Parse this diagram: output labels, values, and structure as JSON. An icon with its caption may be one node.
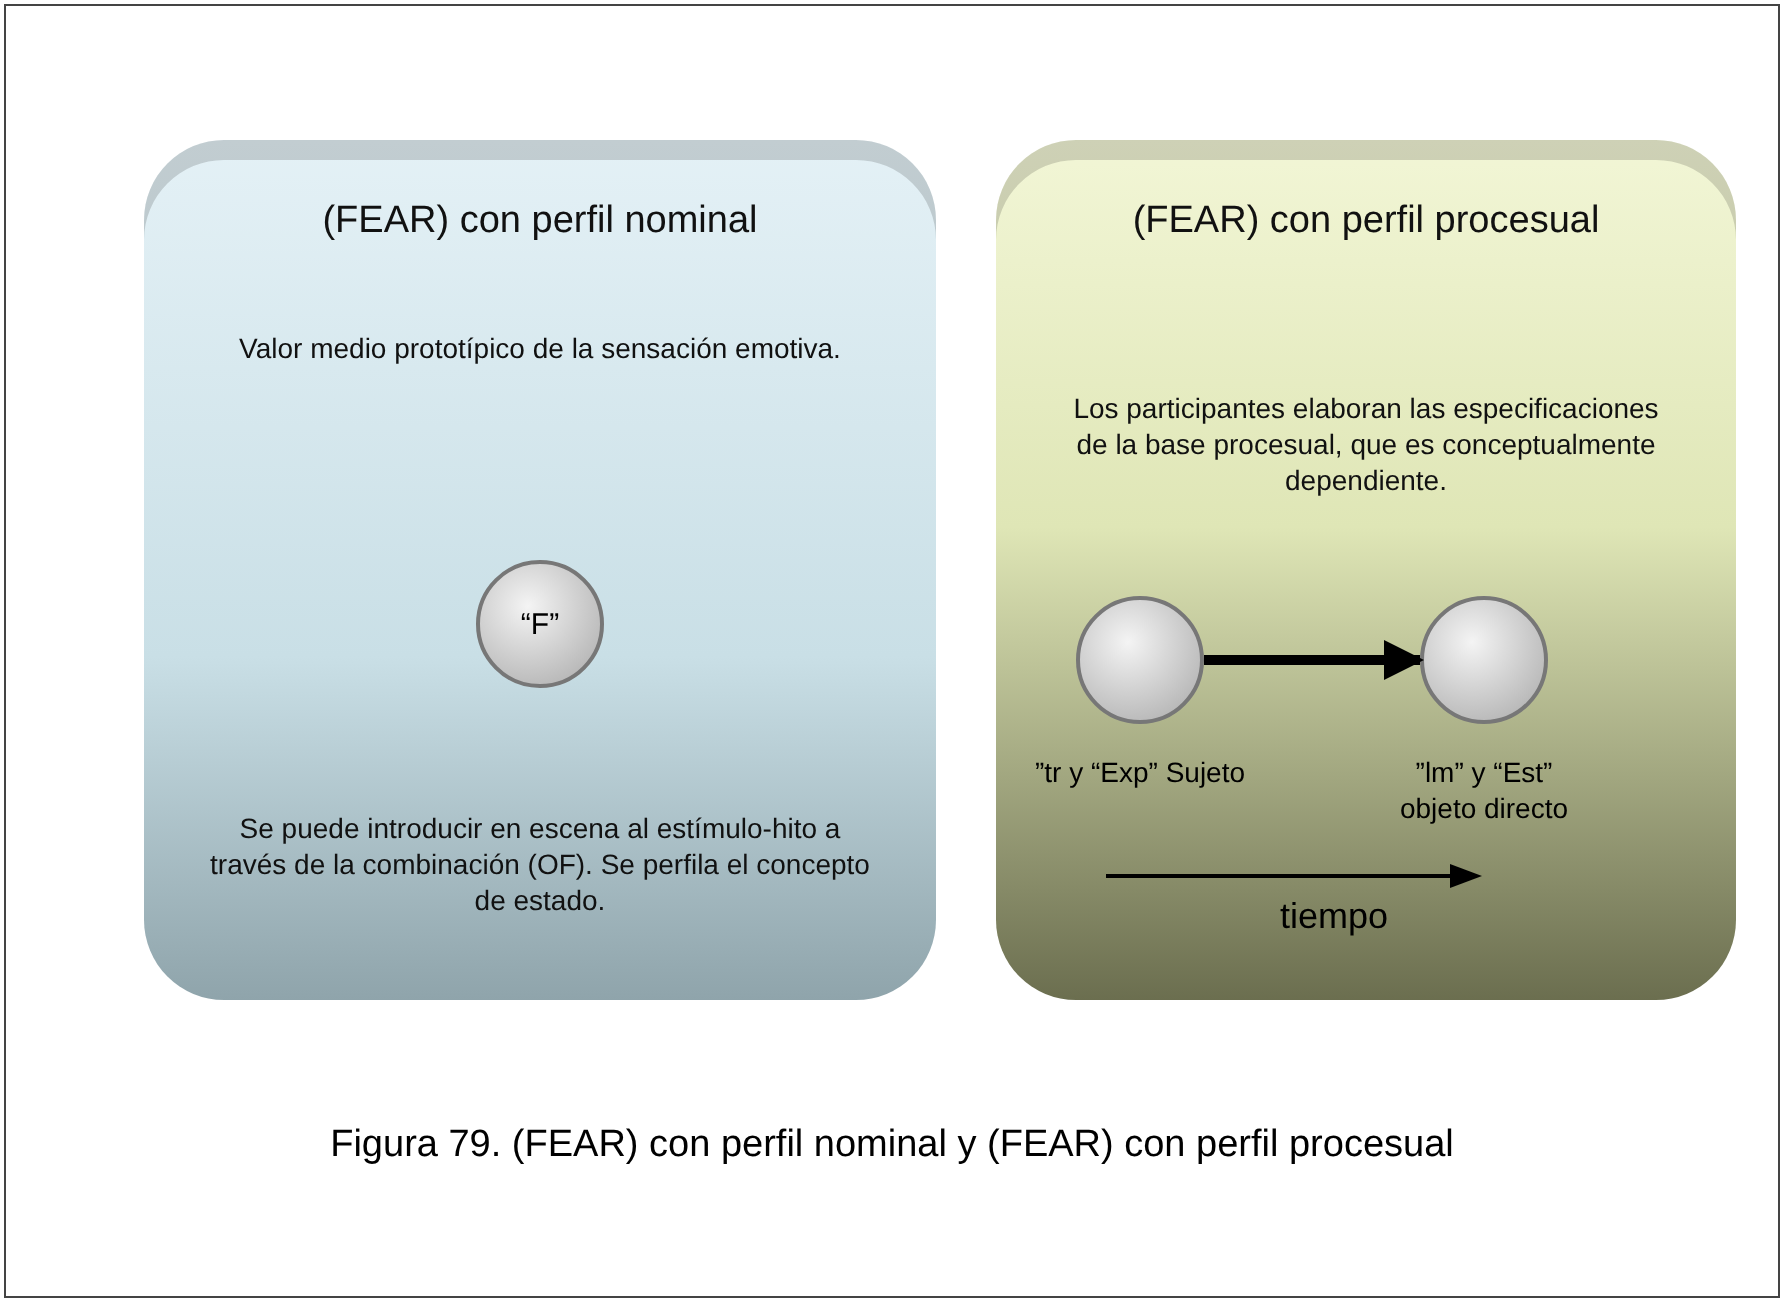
{
  "diagram": {
    "caption": "Figura 79. (FEAR) con perfil nominal y (FEAR) con perfil procesual",
    "nodes": [
      {
        "text": [
          "(FEAR) con perfil nominal",
          "Valor medio prototípico de la sensación emotiva.",
          "Se puede introducir en escena al estímulo-hito a través de la combinación (OF). Se perfila el concepto de estado."
        ]
      },
      {
        "text": [
          "“F”"
        ],
        "in": 0
      },
      {
        "text": [
          "(FEAR) con perfil procesual",
          "Los participantes elaboran las especificaciones de la base procesual, que es conceptualmente dependiente."
        ]
      },
      {
        "text": [],
        "shape": "circle",
        "in": 2,
        "beside": [
          "”tr y “Exp” Sujeto"
        ]
      },
      {
        "text": [],
        "shape": "circle",
        "in": 2,
        "beside": [
          "”lm” y “Est” objeto directo"
        ]
      }
    ],
    "edges": [
      {
        "from": 3,
        "to": 4,
        "arrow": "to"
      }
    ],
    "labels": [
      "tiempo"
    ]
  }
}
